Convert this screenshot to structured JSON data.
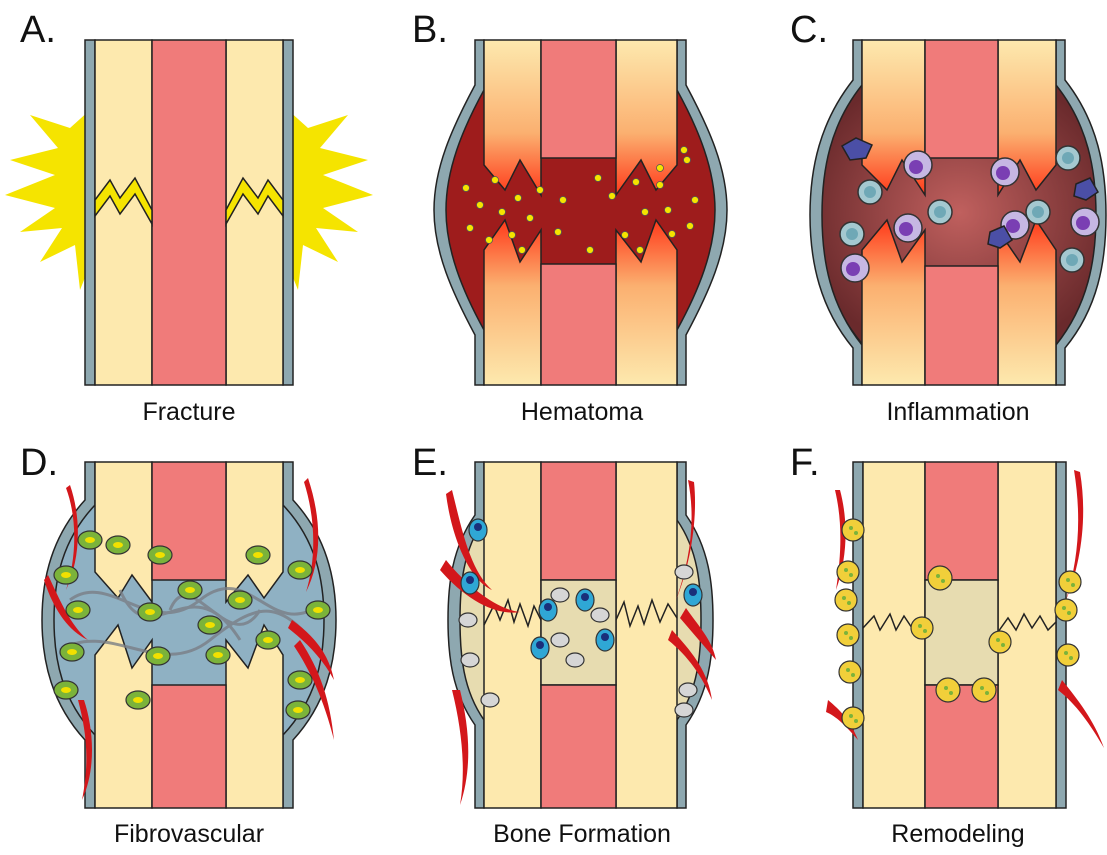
{
  "panels": [
    {
      "letter": "A.",
      "caption": "Fracture"
    },
    {
      "letter": "B.",
      "caption": "Hematoma"
    },
    {
      "letter": "C.",
      "caption": "Inflammation"
    },
    {
      "letter": "D.",
      "caption": "Fibrovascular"
    },
    {
      "letter": "E.",
      "caption": "Bone Formation"
    },
    {
      "letter": "F.",
      "caption": "Remodeling"
    }
  ],
  "colors": {
    "cortex": "#fde9ae",
    "marrow": "#f07b7a",
    "periosteum": "#8ea8b0",
    "hematoma": "#9e1c1c",
    "glow": "#f5e400",
    "fibrovascular": "#8fb1c3",
    "callus": "#e7dcb0",
    "vessel": "#d3171b",
    "osteoclast": "#f1cf3a",
    "fibroblast": "#7bb33a",
    "osteoblast": "#2fa7d5"
  }
}
